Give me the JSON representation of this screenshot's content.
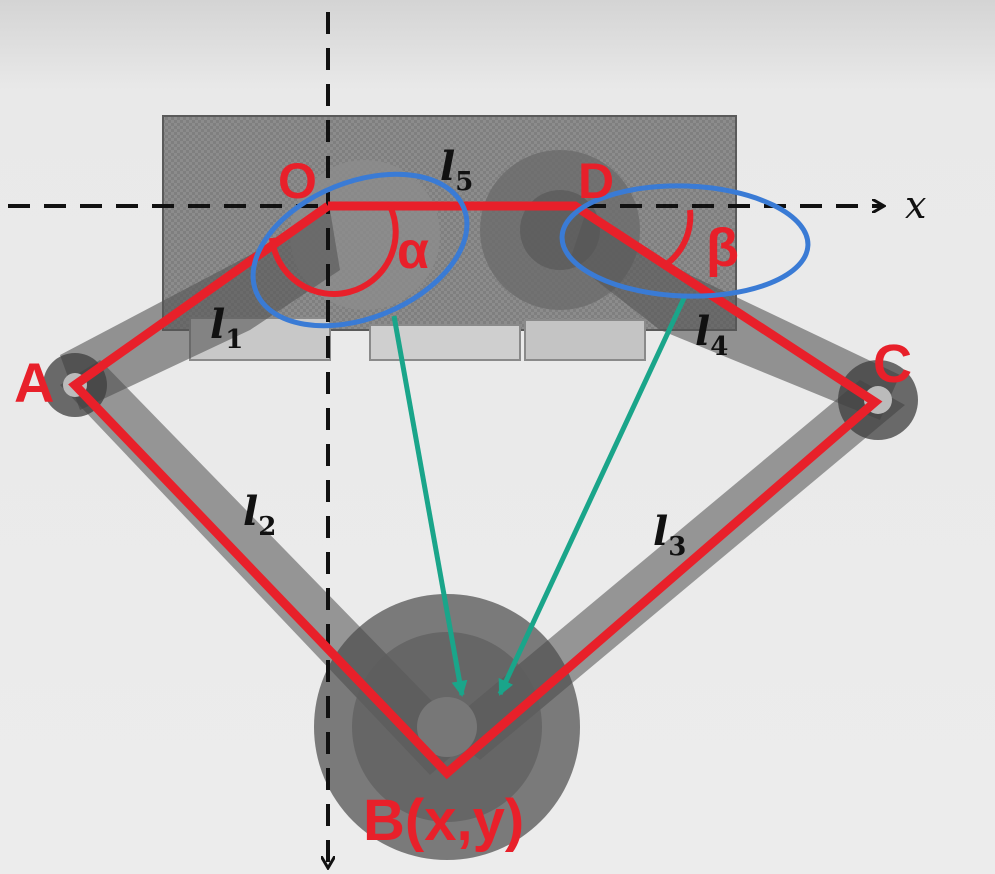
{
  "diagram": {
    "points": {
      "O": "O",
      "A": "A",
      "B": "B(x,y)",
      "C": "C",
      "D": "D"
    },
    "angles": {
      "alpha": "α",
      "beta": "β"
    },
    "links": {
      "l1": {
        "symbol": "l",
        "sub": "1"
      },
      "l2": {
        "symbol": "l",
        "sub": "2"
      },
      "l3": {
        "symbol": "l",
        "sub": "3"
      },
      "l4": {
        "symbol": "l",
        "sub": "4"
      },
      "l5": {
        "symbol": "l",
        "sub": "5"
      }
    },
    "axes": {
      "x": "x"
    },
    "colors": {
      "linkage": "#e8202a",
      "highlight": "#3a7bd5",
      "arrow": "#1aa58a",
      "axis": "#111111",
      "frame": "#7a7a7a"
    }
  }
}
